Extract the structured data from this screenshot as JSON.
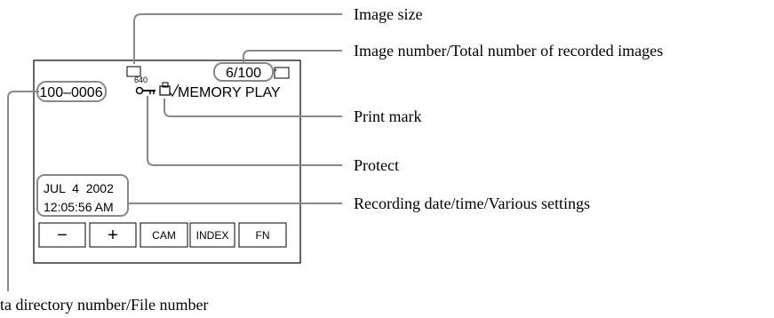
{
  "screen": {
    "file_number": "100–0006",
    "image_count": "6/100",
    "image_size_badge": "640",
    "mode": "MEMORY PLAY",
    "date": "JUL  4  2002",
    "time": "12:05:56 AM",
    "buttons": [
      {
        "label": "−"
      },
      {
        "label": "+"
      },
      {
        "label": "CAM"
      },
      {
        "label": "INDEX"
      },
      {
        "label": "FN"
      }
    ]
  },
  "callouts": {
    "image_size": "Image size",
    "image_number": "Image number/Total number of recorded images",
    "print_mark": "Print mark",
    "protect": "Protect",
    "recording_date": "Recording date/time/Various settings",
    "directory": "ta directory number/File number"
  }
}
